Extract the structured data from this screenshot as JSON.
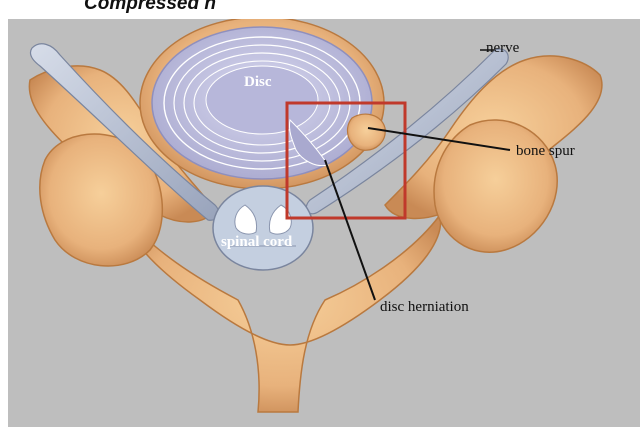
{
  "caption": "Compressed n",
  "labels": {
    "disc": "Disc",
    "nerve": "nerve",
    "bone_spur": "bone spur",
    "spinal_cord": "spinal cord",
    "disc_herniation": "disc herniation"
  },
  "colors": {
    "background": "#bebebe",
    "bone": "#e8b27c",
    "bone_shadow": "#c98a55",
    "disc": "#c9c9e6",
    "disc_ring": "#ffffff",
    "nerve": "#b9c3d6",
    "highlight_box": "#c0392b"
  }
}
